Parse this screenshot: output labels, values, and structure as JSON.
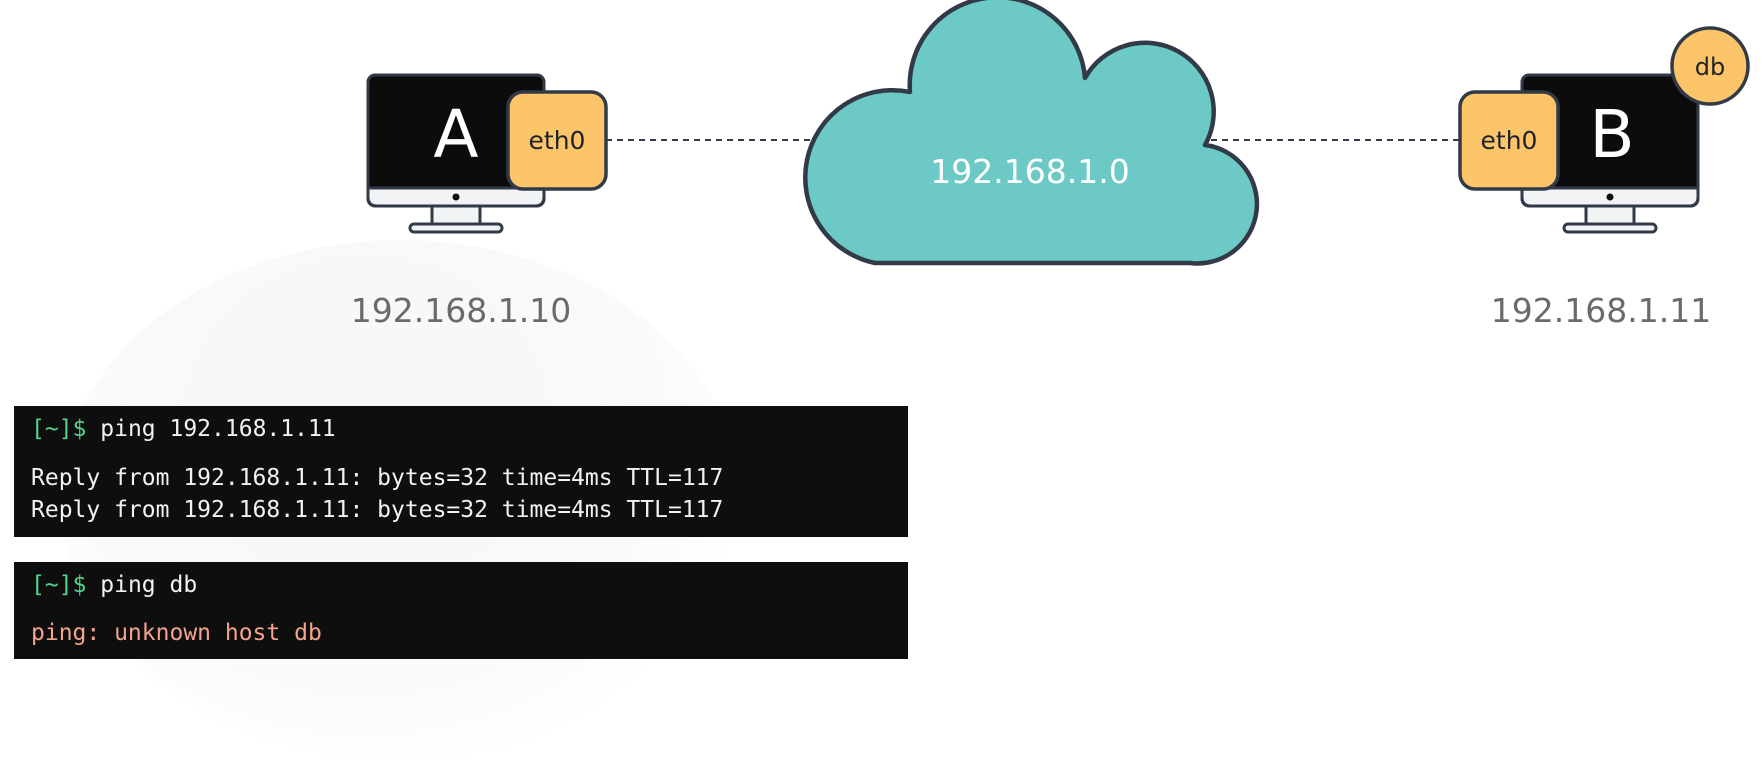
{
  "hosts": {
    "a": {
      "letter": "A",
      "interface": "eth0",
      "ip": "192.168.1.10"
    },
    "b": {
      "letter": "B",
      "interface": "eth0",
      "ip": "192.168.1.11",
      "badge": "db"
    }
  },
  "network": {
    "label": "192.168.1.0"
  },
  "terminals": [
    {
      "prompt": "[~]$",
      "command": "ping 192.168.1.11",
      "output": [
        "Reply from 192.168.1.11: bytes=32 time=4ms TTL=117",
        "Reply from 192.168.1.11: bytes=32 time=4ms TTL=117"
      ]
    },
    {
      "prompt": "[~]$",
      "command": "ping db",
      "output": [
        "ping: unknown host db"
      ]
    }
  ],
  "colors": {
    "cloud": "#6cc9c5",
    "interface": "#fdc56a",
    "outline": "#323a47",
    "prompt": "#52d48b",
    "error": "#f3a48c",
    "label": "#6a6a6a"
  },
  "icons": {
    "host": "monitor-icon",
    "network": "cloud-icon"
  }
}
